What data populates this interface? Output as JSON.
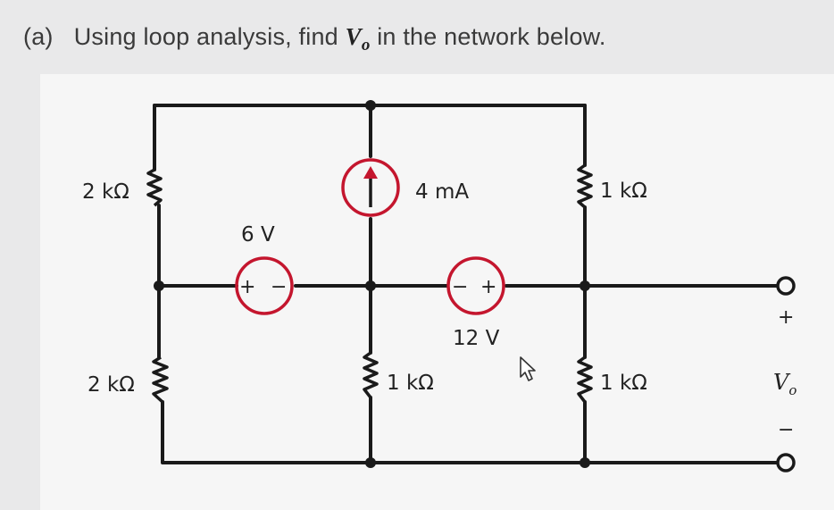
{
  "question": {
    "part": "(a)",
    "text_before": "Using loop analysis, find",
    "variable": "V",
    "variable_sub": "o",
    "text_after": "in the network below."
  },
  "circuit": {
    "left_top_resistor": "2 kΩ",
    "left_bottom_resistor": "2 kΩ",
    "current_source": "4 mA",
    "voltage_source_left": "6 V",
    "voltage_source_left_polarity": [
      "+",
      "−"
    ],
    "voltage_source_right": "12 V",
    "voltage_source_right_polarity": [
      "−",
      "+"
    ],
    "middle_resistor": "1 kΩ",
    "right_top_resistor": "1 kΩ",
    "right_bottom_resistor": "1 kΩ",
    "output_plus": "+",
    "output_minus": "−",
    "output_label": "V",
    "output_label_sub": "o",
    "source_color": "#c4162e"
  }
}
